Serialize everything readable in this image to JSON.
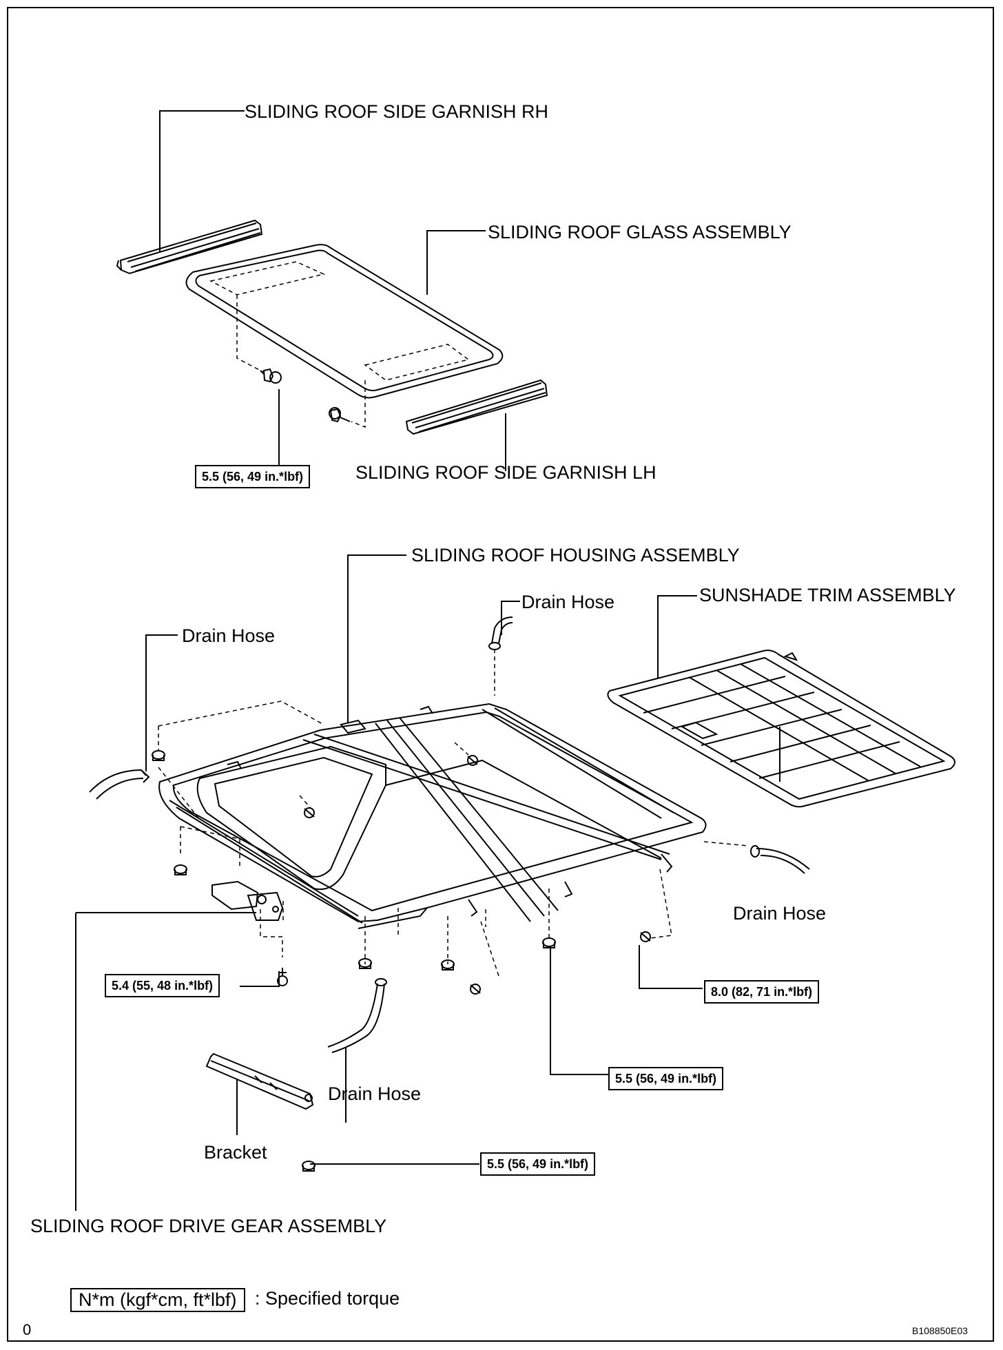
{
  "labels": {
    "garnish_rh": "SLIDING ROOF SIDE GARNISH RH",
    "glass_assembly": "SLIDING ROOF GLASS ASSEMBLY",
    "garnish_lh": "SLIDING ROOF SIDE GARNISH LH",
    "housing_assembly": "SLIDING ROOF HOUSING ASSEMBLY",
    "sunshade_trim": "SUNSHADE TRIM ASSEMBLY",
    "drain_hose_top": "Drain Hose",
    "drain_hose_left": "Drain Hose",
    "drain_hose_right": "Drain Hose",
    "drain_hose_bottom": "Drain Hose",
    "bracket": "Bracket",
    "drive_gear": "SLIDING ROOF DRIVE GEAR ASSEMBLY"
  },
  "torques": {
    "glass_bolt": "5.5 (56, 49 in.*lbf)",
    "drive_gear_bolt": "5.4 (55, 48 in.*lbf)",
    "housing_right_bolt": "8.0 (82, 71 in.*lbf)",
    "housing_nut": "5.5 (56, 49 in.*lbf)",
    "bracket_nut": "5.5 (56, 49 in.*lbf)"
  },
  "legend": {
    "unit_box": "N*m (kgf*cm, ft*lbf)",
    "description": ": Specified torque"
  },
  "footer": {
    "left_mark": "0",
    "figure_code": "B108850E03"
  }
}
